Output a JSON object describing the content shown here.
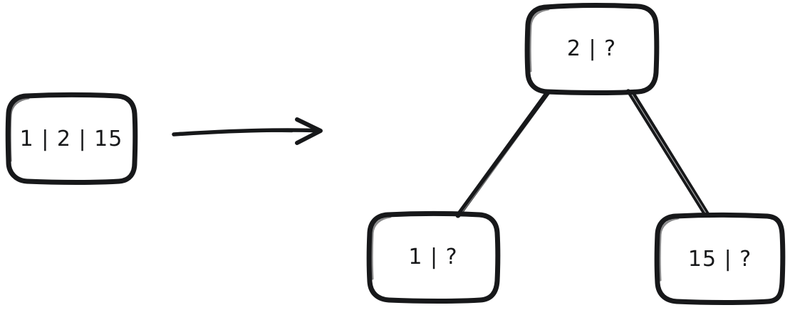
{
  "diagram": {
    "title": "list-to-binary-tree-transformation",
    "background_color": "#ffffff",
    "stroke_color": "#17181a",
    "source": {
      "label": "1 | 2 | 15",
      "values": [
        "1",
        "2",
        "15"
      ]
    },
    "arrow": {
      "direction": "right",
      "label": ""
    },
    "tree": {
      "root": {
        "label": "2 | ?",
        "key": "2",
        "value": "?"
      },
      "left_child": {
        "label": "1 | ?",
        "key": "1",
        "value": "?"
      },
      "right_child": {
        "label": "15 | ?",
        "key": "15",
        "value": "?"
      }
    }
  }
}
